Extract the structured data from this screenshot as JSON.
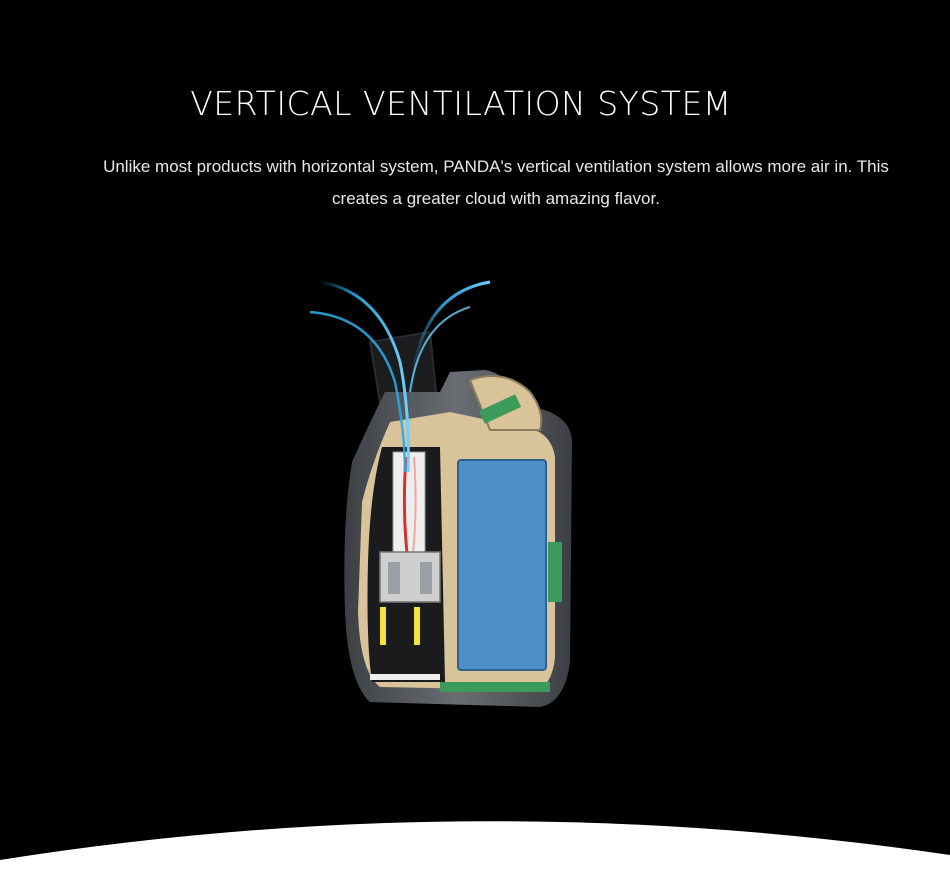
{
  "section": {
    "title": "VERTICAL VENTILATION SYSTEM",
    "description": "Unlike most products with horizontal system, PANDA's vertical ventilation system allows more air in. This creates a greater cloud with amazing flavor."
  },
  "illustration": {
    "subject": "device-cutaway",
    "colors": {
      "background": "#000000",
      "airflow": "#2ea6e0",
      "shell": "#5f6368",
      "inner_frame": "#d8c39a",
      "battery": "#4d8fc8",
      "board": "#3c9a5a",
      "heater": "#d63030",
      "contacts": "#f2e23a"
    }
  },
  "footer": {
    "shape": "white-arc"
  }
}
